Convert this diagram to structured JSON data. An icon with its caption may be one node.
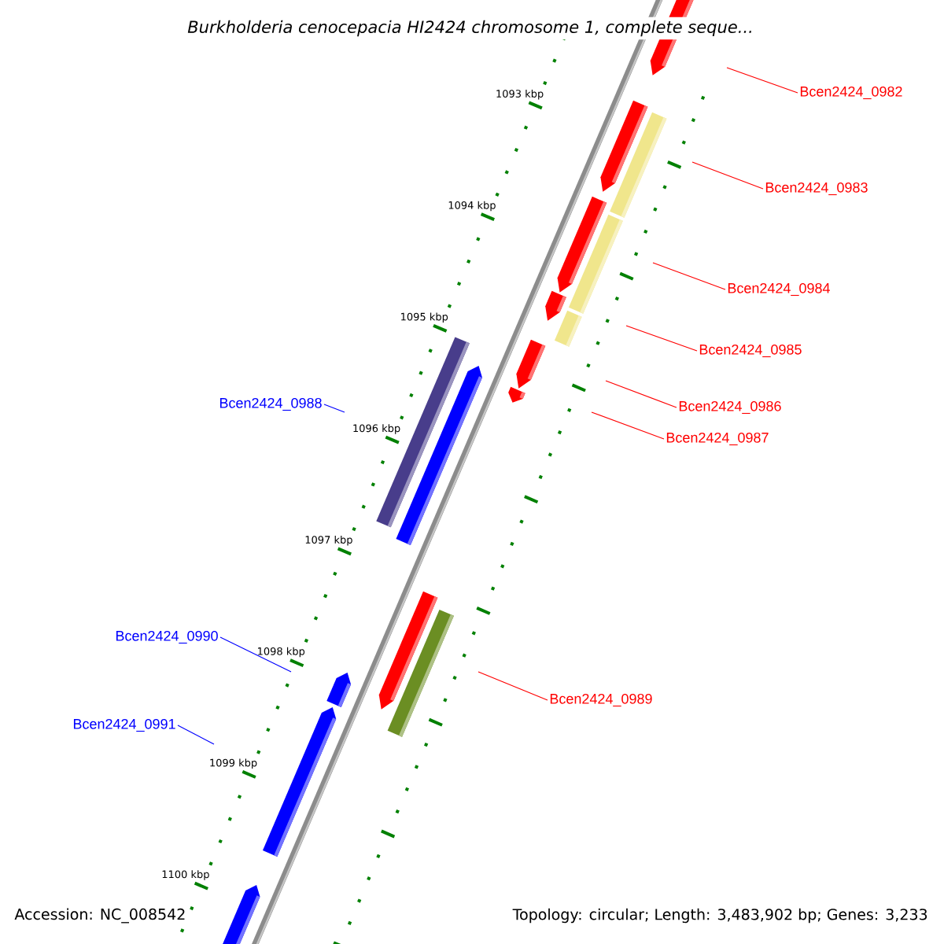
{
  "diagram": {
    "title": "Burkholderia cenocepacia HI2424 chromosome 1, complete seque...",
    "nodes": [
      {
        "text": [
          "Bcen2424_0982"
        ]
      },
      {
        "text": [
          "Bcen2424_0983"
        ]
      },
      {
        "text": [
          "Bcen2424_0984"
        ]
      },
      {
        "text": [
          "Bcen2424_0985"
        ]
      },
      {
        "text": [
          "Bcen2424_0988"
        ]
      },
      {
        "text": [
          "Bcen2424_0986"
        ]
      },
      {
        "text": [
          "Bcen2424_0987"
        ]
      },
      {
        "text": [
          "Bcen2424_0990"
        ]
      },
      {
        "text": [
          "Bcen2424_0989"
        ]
      },
      {
        "text": [
          "Bcen2424_0991"
        ]
      }
    ],
    "edges": [
      {
        "from": 0,
        "to": null,
        "arrow": "none"
      },
      {
        "from": 1,
        "to": null,
        "arrow": "none"
      },
      {
        "from": 2,
        "to": null,
        "arrow": "none"
      },
      {
        "from": 3,
        "to": null,
        "arrow": "none"
      },
      {
        "from": 4,
        "to": null,
        "arrow": "none",
        "color": "#0000ff"
      },
      {
        "from": 5,
        "to": null,
        "arrow": "none"
      },
      {
        "from": 6,
        "to": null,
        "arrow": "none"
      },
      {
        "from": 7,
        "to": null,
        "arrow": "none",
        "color": "#0000ff"
      },
      {
        "from": 8,
        "to": null,
        "arrow": "none"
      },
      {
        "from": 9,
        "to": null,
        "arrow": "none",
        "color": "#0000ff"
      }
    ],
    "labels": [
      "1093 kbp",
      "1094 kbp",
      "1095 kbp",
      "1096 kbp",
      "1097 kbp",
      "1098 kbp",
      "1099 kbp",
      "1100 kbp",
      "Accession: NC_008542",
      "Topology: circular; Length: 3,483,902 bp; Genes: 3,233"
    ]
  }
}
